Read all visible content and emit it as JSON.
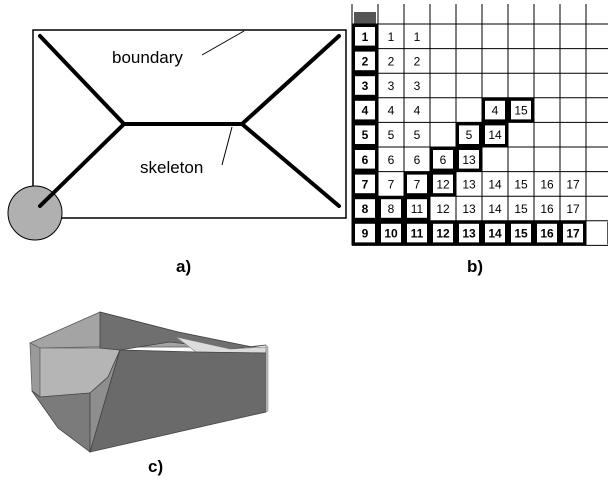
{
  "panel_a": {
    "label_boundary": "boundary",
    "label_skeleton": "skeleton",
    "caption": "a)"
  },
  "panel_b": {
    "caption": "b)",
    "rows": [
      [
        "1",
        "1",
        "1",
        "",
        "",
        "",
        "",
        "",
        "",
        ""
      ],
      [
        "2",
        "2",
        "2",
        "",
        "",
        "",
        "",
        "",
        "",
        ""
      ],
      [
        "3",
        "3",
        "3",
        "",
        "",
        "",
        "",
        "",
        "",
        ""
      ],
      [
        "4",
        "4",
        "4",
        "",
        "",
        "4",
        "15",
        "",
        "",
        ""
      ],
      [
        "5",
        "5",
        "5",
        "",
        "5",
        "14",
        "",
        "",
        "",
        ""
      ],
      [
        "6",
        "6",
        "6",
        "6",
        "13",
        "",
        "",
        "",
        "",
        ""
      ],
      [
        "7",
        "7",
        "7",
        "12",
        "13",
        "14",
        "15",
        "16",
        "17",
        ""
      ],
      [
        "8",
        "8",
        "11",
        "12",
        "13",
        "14",
        "15",
        "16",
        "17",
        ""
      ],
      [
        "9",
        "10",
        "11",
        "12",
        "13",
        "14",
        "15",
        "16",
        "17",
        ""
      ]
    ]
  },
  "panel_c": {
    "caption": "c)"
  }
}
